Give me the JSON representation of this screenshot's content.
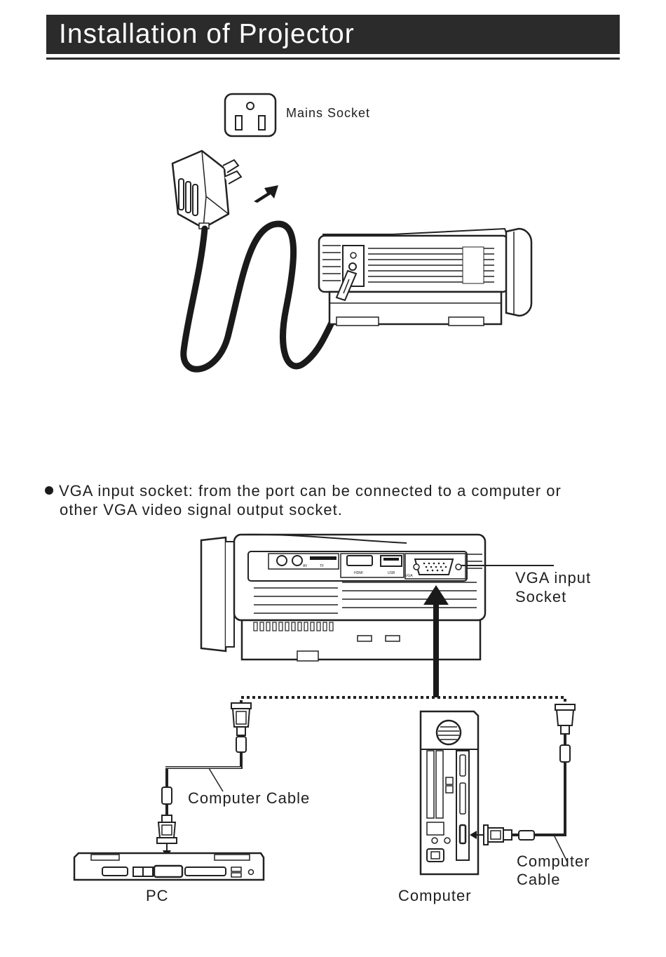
{
  "header": {
    "title": "Installation of Projector"
  },
  "labels": {
    "mains_socket": "Mains Socket",
    "vga_input_line1": "VGA input",
    "vga_input_line2": "Socket",
    "computer_cable_left": "Computer Cable",
    "computer_cable_right_line1": "Computer",
    "computer_cable_right_line2": "Cable",
    "pc": "PC",
    "computer": "Computer"
  },
  "bullet": {
    "line1": "VGA input socket: from the port can be connected to a computer or",
    "line2": "other VGA video signal output socket."
  },
  "port_labels": {
    "av": "AV",
    "tf": "TF",
    "hdmi": "HDMI",
    "usb": "USB",
    "vga": "VGA"
  }
}
